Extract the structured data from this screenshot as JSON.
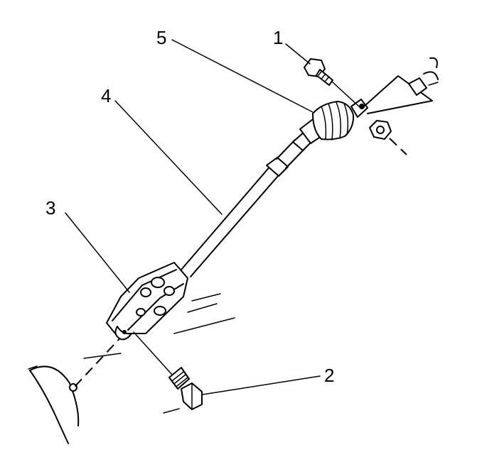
{
  "callouts": [
    {
      "id": "1",
      "label": "1"
    },
    {
      "id": "2",
      "label": "2"
    },
    {
      "id": "3",
      "label": "3"
    },
    {
      "id": "4",
      "label": "4"
    },
    {
      "id": "5",
      "label": "5"
    }
  ],
  "colors": {
    "ink": "#000000",
    "paper": "#ffffff"
  },
  "parts_icons": [
    "bolt-icon",
    "nut-icon",
    "coupling-icon",
    "shaft-icon",
    "universal-joint-icon"
  ]
}
